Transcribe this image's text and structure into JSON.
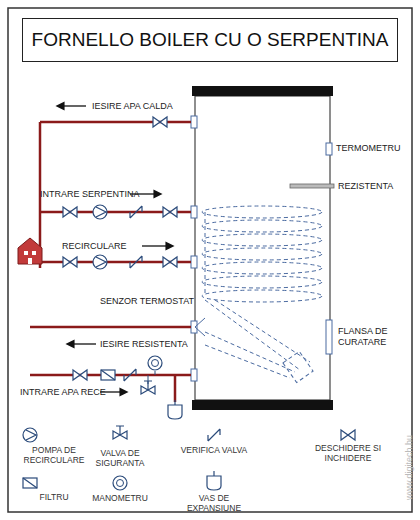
{
  "diagram": {
    "title": "FORNELLO BOILER CU O SERPENTINA",
    "labels": [
      "IESIRE APA CALDA",
      "TERMOMETRU",
      "REZISTENTA",
      "INTRARE SERPENTINA",
      "RECIRCULARE",
      "SENZOR TERMOSTAT",
      "IESIRE RESISTENTA",
      "FLANSA DE CURATARE",
      "INTRARE APA RECE",
      "www.digitech.hu"
    ],
    "legend": [
      {
        "text": "POMPA DE RECIRCULARE"
      },
      {
        "text": "VALVA DE SIGURANTA"
      },
      {
        "text": "VERIFICA VALVA"
      },
      {
        "text": "DESCHIDERE SI INCHIDERE"
      },
      {
        "text": "FILTRU"
      },
      {
        "text": "MANOMETRU"
      },
      {
        "text": "VAS DE EXPANSIUNE"
      }
    ]
  }
}
